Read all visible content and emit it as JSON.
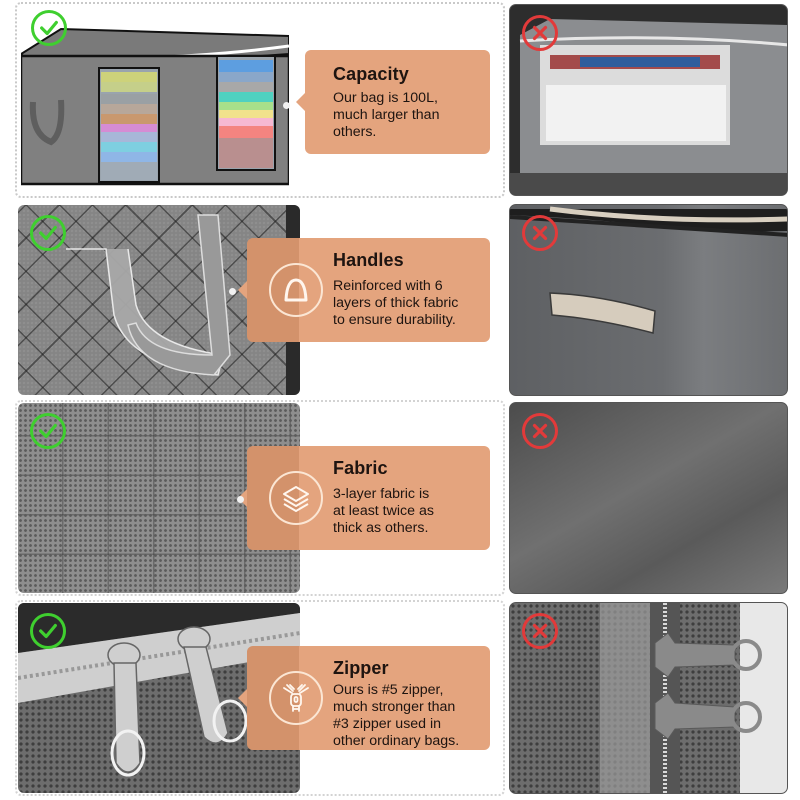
{
  "comparison": {
    "theme": {
      "card_color": "#e4a47e",
      "good_badge_color": "#3fcf2f",
      "bad_badge_color": "#e23a3a",
      "text_color": "#1e1410"
    },
    "rows": [
      {
        "feature": "Capacity",
        "icon": "bag-icon",
        "description": [
          "Our bag is 100L,",
          "much larger than",
          "others."
        ],
        "ours_badge": "check-icon",
        "theirs_badge": "cross-icon"
      },
      {
        "feature": "Handles",
        "icon": "handle-arch-icon",
        "description": [
          "Reinforced with 6",
          "layers of thick fabric",
          "to ensure durability."
        ],
        "ours_badge": "check-icon",
        "theirs_badge": "cross-icon"
      },
      {
        "feature": "Fabric",
        "icon": "layers-icon",
        "description": [
          "3-layer fabric is",
          "at least twice as",
          "thick as others."
        ],
        "ours_badge": "check-icon",
        "theirs_badge": "cross-icon"
      },
      {
        "feature": "Zipper",
        "icon": "zipper-icon",
        "description": [
          "Ours is #5 zipper,",
          "much stronger than",
          "#3 zipper used in",
          "other ordinary bags."
        ],
        "ours_badge": "check-icon",
        "theirs_badge": "cross-icon"
      }
    ]
  }
}
